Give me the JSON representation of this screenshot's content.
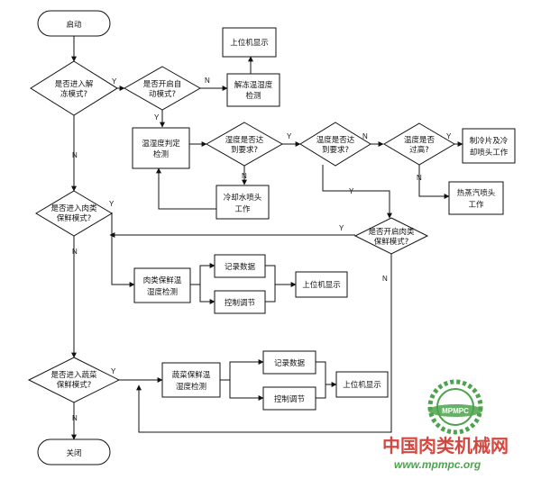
{
  "nodes": {
    "start": "启动",
    "q_thaw_1": "是否进入解",
    "q_thaw_2": "冻模式?",
    "q_auto_1": "是否开启自",
    "q_auto_2": "动模式?",
    "host_display_top": "上位机显示",
    "thaw_detect_1": "解冻温湿度",
    "thaw_detect_2": "检测",
    "judge_1": "温湿度判定",
    "judge_2": "检测",
    "q_humid_1": "湿度是否达",
    "q_humid_2": "到要求?",
    "q_temp_1": "温度是否达",
    "q_temp_2": "到要求?",
    "q_over_1": "温度是否",
    "q_over_2": "过高?",
    "cool_spray_1": "制冷片及冷",
    "cool_spray_2": "却喷头工作",
    "cold_spray_1": "冷却水喷头",
    "cold_spray_2": "工作",
    "steam_spray_1": "热蒸汽喷头",
    "steam_spray_2": "工作",
    "q_meat_1": "是否进入肉类",
    "q_meat_2": "保鲜模式?",
    "q_meat_auto_1": "是否开启肉类",
    "q_meat_auto_2": "保鲜模式?",
    "meat_detect_1": "肉类保鲜温",
    "meat_detect_2": "湿度检测",
    "meat_record": "记录数据",
    "meat_control": "控制调节",
    "meat_host": "上位机显示",
    "q_veg_1": "是否进入蔬菜",
    "q_veg_2": "保鲜模式?",
    "veg_detect_1": "蔬菜保鲜温",
    "veg_detect_2": "湿度检测",
    "veg_record": "记录数据",
    "veg_control": "控制调节",
    "veg_host": "上位机显示",
    "end": "关闭"
  },
  "labels": {
    "yes": "Y",
    "no": "N"
  },
  "watermark": {
    "cn": "中国肉类机械网",
    "url": "www.mpmpc.org",
    "logo_text": "MPMPC"
  },
  "colors": {
    "line": "#111111",
    "watermark_red": "#d0342c",
    "watermark_green": "#3a9a3a"
  }
}
